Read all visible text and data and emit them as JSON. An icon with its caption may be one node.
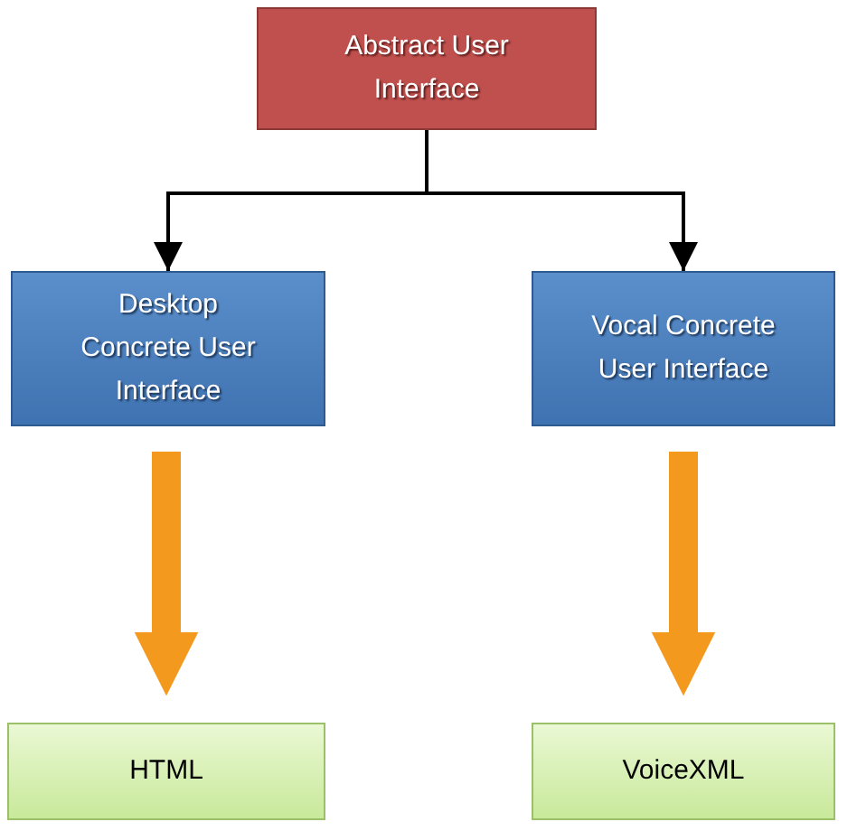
{
  "diagram": {
    "nodes": [
      {
        "text": [
          "Abstract User Interface"
        ]
      },
      {
        "text": [
          "Desktop Concrete User Interface"
        ]
      },
      {
        "text": [
          "Vocal Concrete User Interface"
        ]
      },
      {
        "text": [
          "HTML"
        ]
      },
      {
        "text": [
          "VoiceXML"
        ]
      }
    ],
    "edges": [
      {
        "from": 0,
        "to": 1,
        "arrow": "to"
      },
      {
        "from": 0,
        "to": 2,
        "arrow": "to"
      },
      {
        "from": 1,
        "to": 3,
        "arrow": "to",
        "style": "thick",
        "color": "#f39a1e"
      },
      {
        "from": 2,
        "to": 4,
        "arrow": "to",
        "style": "thick",
        "color": "#f39a1e"
      }
    ]
  }
}
